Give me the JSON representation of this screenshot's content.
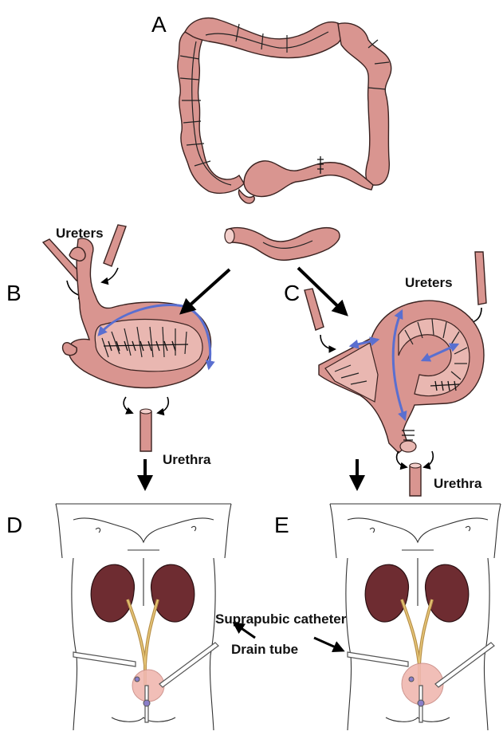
{
  "panels": {
    "a": "A",
    "b": "B",
    "c": "C",
    "d": "D",
    "e": "E"
  },
  "labels": {
    "ureters_b": "Ureters",
    "ureters_c": "Ureters",
    "urethra_b": "Urethra",
    "urethra_c": "Urethra",
    "suprapubic_catheter": "Suprapubic catheter",
    "drain_tube": "Drain tube"
  },
  "colors": {
    "intestine": "#d99590",
    "kidney": "#6e2c31",
    "reconfiguration_arrows": "#5a6fd0",
    "ureter": "#b8904a"
  }
}
